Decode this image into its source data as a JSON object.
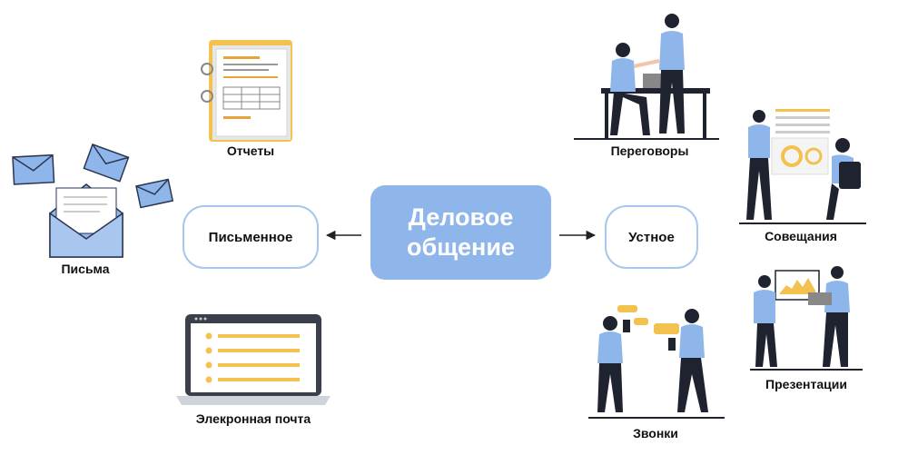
{
  "center": {
    "line1": "Деловое",
    "line2": "общение"
  },
  "written": {
    "label": "Письменное"
  },
  "oral": {
    "label": "Устное"
  },
  "written_items": [
    {
      "label": "Отчеты",
      "icon": "report-binder-icon"
    },
    {
      "label": "Письма",
      "icon": "envelopes-icon"
    },
    {
      "label": "Элекронная почта",
      "icon": "laptop-email-icon"
    }
  ],
  "oral_items": [
    {
      "label": "Переговоры",
      "icon": "negotiation-people-icon"
    },
    {
      "label": "Совещания",
      "icon": "meeting-people-icon"
    },
    {
      "label": "Презентации",
      "icon": "presentation-people-icon"
    },
    {
      "label": "Звонки",
      "icon": "calls-people-icon"
    }
  ],
  "colors": {
    "accent": "#8fb6ea",
    "border": "#a9c6ee",
    "yellow": "#f2c14e",
    "dark": "#1f2330"
  }
}
